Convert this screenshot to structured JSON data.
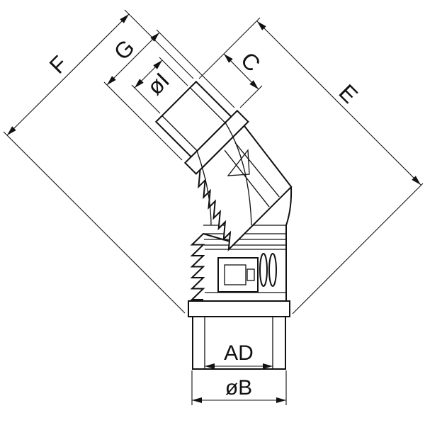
{
  "colors": {
    "background": "#ffffff",
    "line": "#111111"
  },
  "labels": {
    "f": "F",
    "g": "G",
    "diameter_i": "øI",
    "c": "C",
    "e": "E",
    "ad": "AD",
    "diameter_b": "øB"
  }
}
